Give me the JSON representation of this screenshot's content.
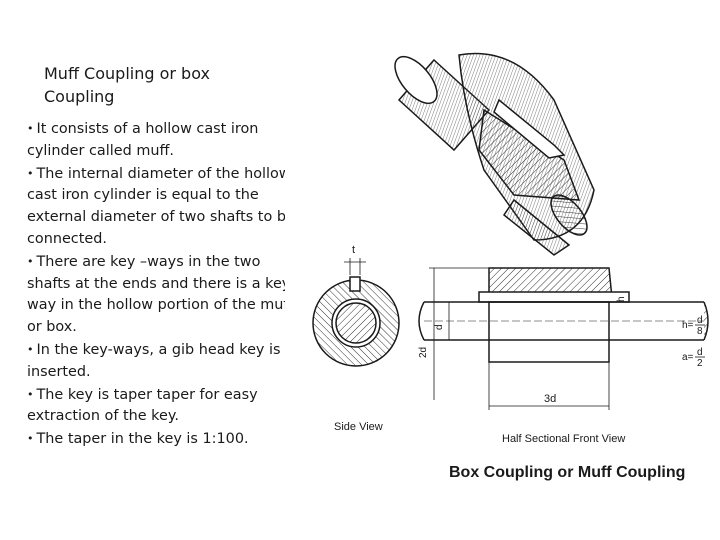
{
  "slide": {
    "title": "Muff Coupling or box Coupling",
    "bullets": [
      "It consists of a hollow cast iron cylinder called muff.",
      "The internal diameter of the hollow cast iron cylinder is equal to the external diameter of two shafts to be connected.",
      "There are key –ways in the two shafts at the ends and there is a key way in the hollow portion of the muff or box.",
      "In the key-ways, a gib head key is inserted.",
      "The key is taper taper for easy extraction of the key.",
      "The taper in the key is 1:100."
    ],
    "bullet_lines": [
      [
        "It consists of a hollow cast iron",
        "cylinder called muff."
      ],
      [
        "The internal diameter of the hollow",
        "cast iron cylinder is equal to the",
        "external diameter of two shafts to be",
        "connected."
      ],
      [
        "There are key –ways in the two",
        "shafts at the ends and there is a key",
        "way in the hollow portion of the muff",
        "or box."
      ],
      [
        "In the key-ways, a gib head key is",
        "inserted."
      ],
      [
        "The key is taper taper for easy",
        "extraction of the key."
      ],
      [
        "The taper in the key is 1:100."
      ]
    ]
  },
  "figure": {
    "side_view_label": "Side View",
    "front_view_label": "Half Sectional Front View",
    "caption": "Box Coupling or Muff Coupling",
    "dim_t": "t",
    "dim_2d": "2d",
    "dim_d": "d",
    "dim_3d": "3d",
    "dim_h": "h",
    "formula_h": "h = d/8",
    "formula_a": "a = d/2",
    "formula_h_var": "h=",
    "formula_h_num": "d",
    "formula_h_den": "8",
    "formula_a_var": "a=",
    "formula_a_num": "d",
    "formula_a_den": "2"
  },
  "colors": {
    "ink": "#1a1a1a",
    "hatch": "#333333",
    "background": "#ffffff"
  }
}
